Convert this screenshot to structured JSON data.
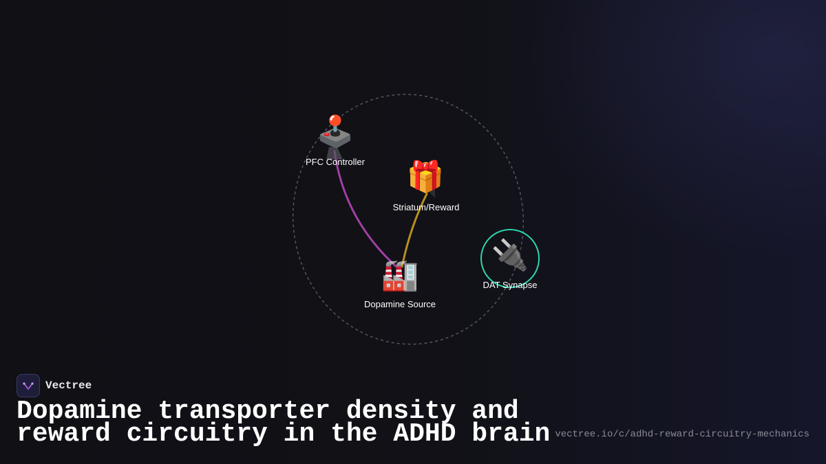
{
  "brand": {
    "name": "Vectree"
  },
  "title": "Dopamine transporter density and reward circuitry in the ADHD brain",
  "url": "vectree.io/c/adhd-reward-circuitry-mechanics",
  "colors": {
    "background": "#111117",
    "edge_pfc": "#a040a0",
    "edge_striatum": "#b8901c",
    "highlight_ring": "#2fd6b0",
    "boundary": "#555560"
  },
  "nodes": [
    {
      "id": "pfc",
      "label": "PFC Controller",
      "icon": "joystick-icon",
      "emoji": "🕹️"
    },
    {
      "id": "striatum",
      "label": "Striatum/Reward",
      "icon": "gift-icon",
      "emoji": "🎁"
    },
    {
      "id": "source",
      "label": "Dopamine Source",
      "icon": "factory-icon",
      "emoji": "🏭"
    },
    {
      "id": "dat",
      "label": "DAT Synapse",
      "icon": "plug-icon",
      "emoji": "🔌",
      "highlighted": true
    }
  ],
  "edges": [
    {
      "from": "pfc",
      "to": "source"
    },
    {
      "from": "striatum",
      "to": "source"
    }
  ]
}
